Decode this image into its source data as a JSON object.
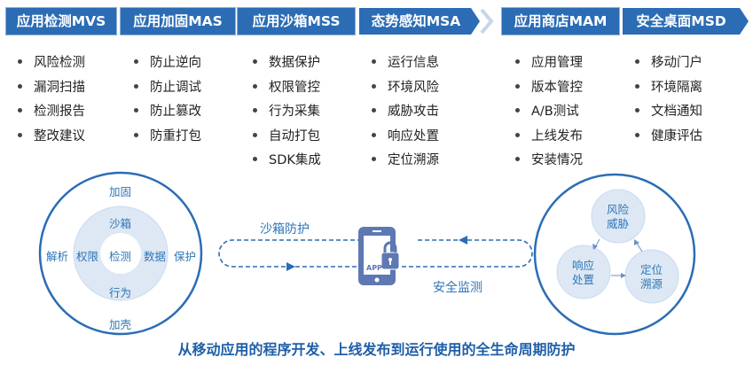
{
  "headers": [
    {
      "label": "应用检测MVS",
      "items": [
        "风险检测",
        "漏洞扫描",
        "检测报告",
        "整改建议"
      ]
    },
    {
      "label": "应用加固MAS",
      "items": [
        "防止逆向",
        "防止调试",
        "防止篡改",
        "防重打包"
      ]
    },
    {
      "label": "应用沙箱MSS",
      "items": [
        "数据保护",
        "权限管控",
        "行为采集",
        "自动打包",
        "SDK集成"
      ]
    },
    {
      "label": "态势感知MSA",
      "items": [
        "运行信息",
        "环境风险",
        "威胁攻击",
        "响应处置",
        "定位溯源"
      ]
    },
    {
      "label": "应用商店MAM",
      "items": [
        "应用管理",
        "版本管控",
        "A/B测试",
        "上线发布",
        "安装情况"
      ]
    },
    {
      "label": "安全桌面MSD",
      "items": [
        "移动门户",
        "环境隔离",
        "文档通知",
        "健康评估"
      ]
    }
  ],
  "left_circle": {
    "outer_top": "加固",
    "outer_bottom": "加壳",
    "outer_left": "解析",
    "outer_right": "保护",
    "inner_top": "沙箱",
    "inner_bottom": "行为",
    "inner_left": "权限",
    "inner_right": "数据",
    "center": "检测"
  },
  "middle": {
    "top_label": "沙箱防护",
    "bottom_label": "安全监测",
    "phone_label": "APP"
  },
  "right_circle": {
    "top": [
      "风险",
      "威胁"
    ],
    "left": [
      "响应",
      "处置"
    ],
    "right": [
      "定位",
      "溯源"
    ]
  },
  "footer": "从移动应用的程序开发、上线发布到运行使用的全生命周期防护",
  "colors": {
    "header": "#2B6CB5",
    "text": "#2E75B6",
    "ring": "#DDE8F4"
  }
}
